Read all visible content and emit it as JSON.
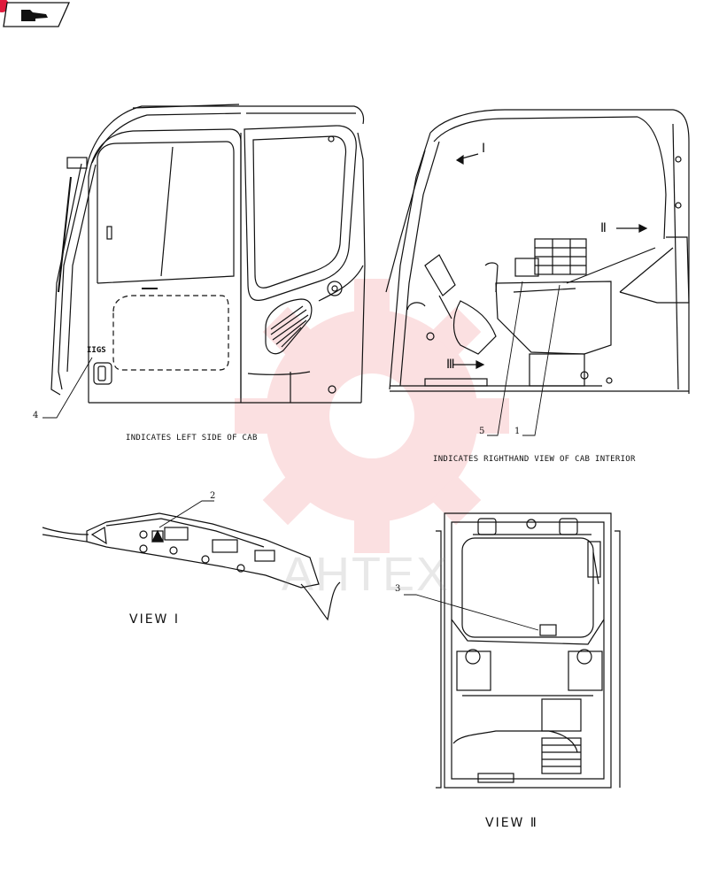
{
  "captions": {
    "left_side": "INDICATES LEFT SIDE OF CAB",
    "right_interior": "INDICATES RIGHTHAND VIEW OF CAB INTERIOR"
  },
  "views": {
    "view_1": "VIEW Ⅰ",
    "view_2": "VIEW Ⅱ"
  },
  "arrows": {
    "one": "Ⅰ",
    "two": "Ⅱ",
    "three": "Ⅲ"
  },
  "callouts": [
    "1",
    "2",
    "3",
    "4",
    "5"
  ],
  "watermark": {
    "text": "AHTEX",
    "color": "#e8434b"
  },
  "decal_text": "IIGS"
}
